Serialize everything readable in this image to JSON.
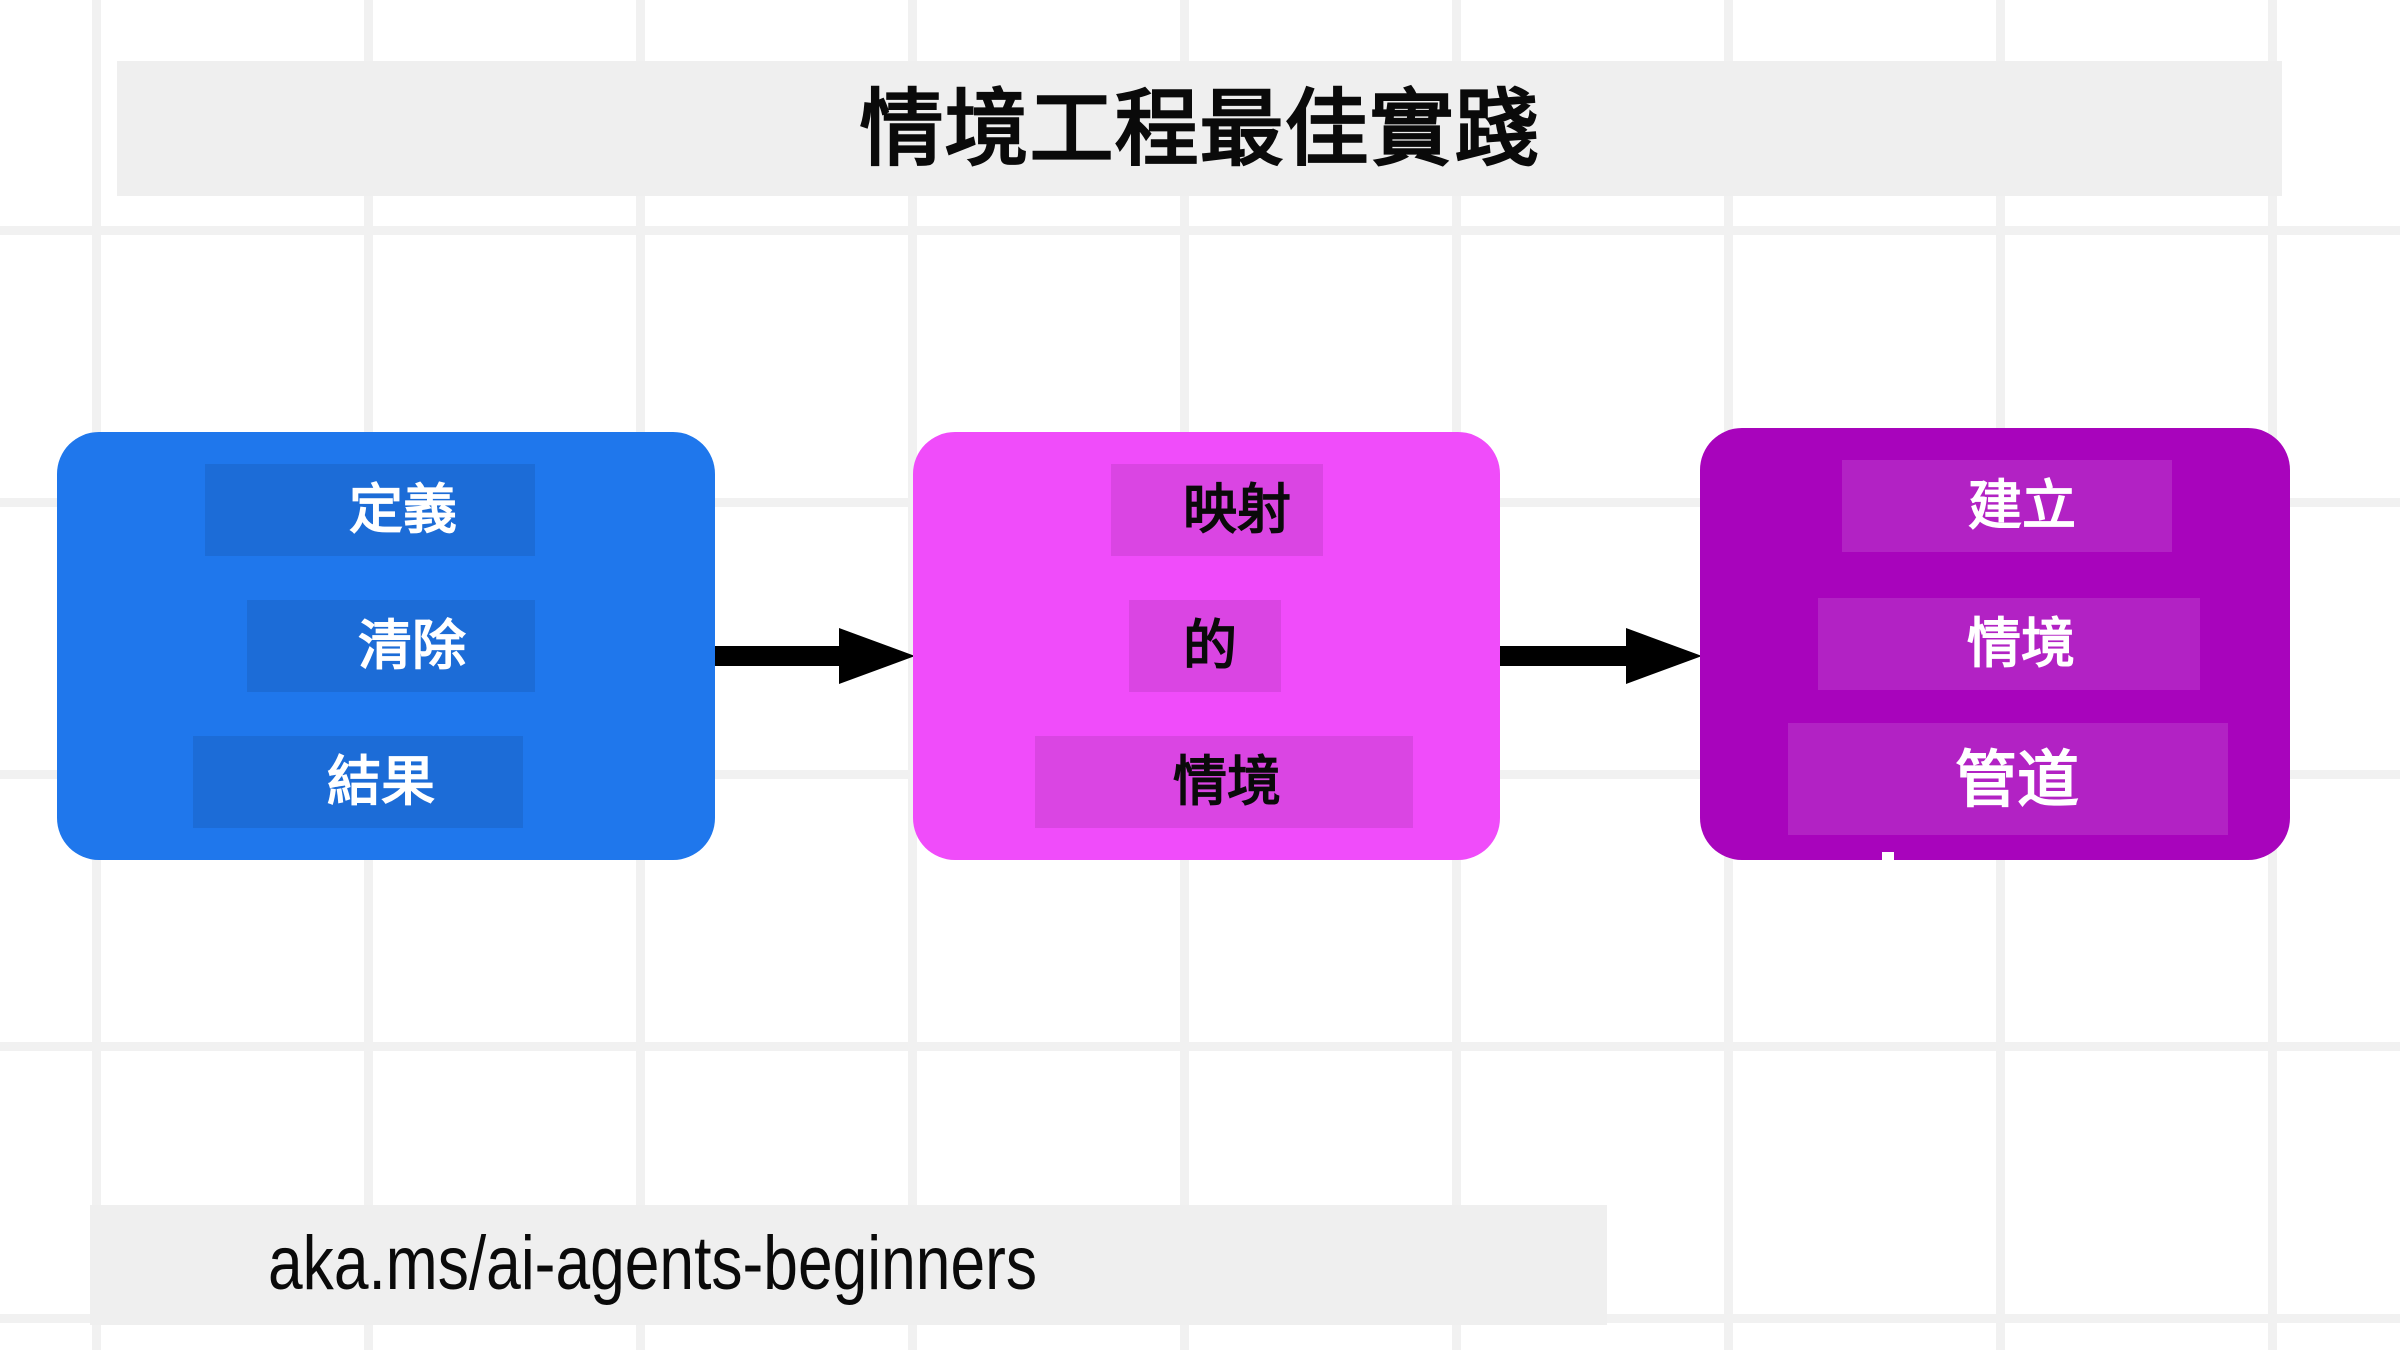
{
  "page": {
    "title": "情境工程最佳實踐",
    "background_color": "#ffffff",
    "grid_line_color": "#f1f1f1",
    "band_color": "#efefef"
  },
  "diagram": {
    "type": "flowchart",
    "direction": "left-to-right",
    "steps": [
      {
        "id": "define",
        "color": "#1f77ec",
        "text_color": "#ffffff",
        "lines": [
          "定義",
          "清除",
          "結果"
        ]
      },
      {
        "id": "map",
        "color": "#f04cfa",
        "text_color": "#0a0a0a",
        "lines": [
          "映射",
          "的",
          "情境"
        ]
      },
      {
        "id": "build",
        "color": "#a804bc",
        "text_color": "#ffffff",
        "lines": [
          "建立",
          "情境",
          "管道"
        ]
      }
    ],
    "connectors": [
      {
        "id": "arrow-1",
        "from": "define",
        "to": "map",
        "color": "#000000"
      },
      {
        "id": "arrow-2",
        "from": "map",
        "to": "build",
        "color": "#000000"
      }
    ]
  },
  "footer": {
    "url": "aka.ms/ai-agents-beginners"
  },
  "artifacts": {
    "ghost_glyph_a": "情",
    "ghost_glyph_b": "境"
  }
}
